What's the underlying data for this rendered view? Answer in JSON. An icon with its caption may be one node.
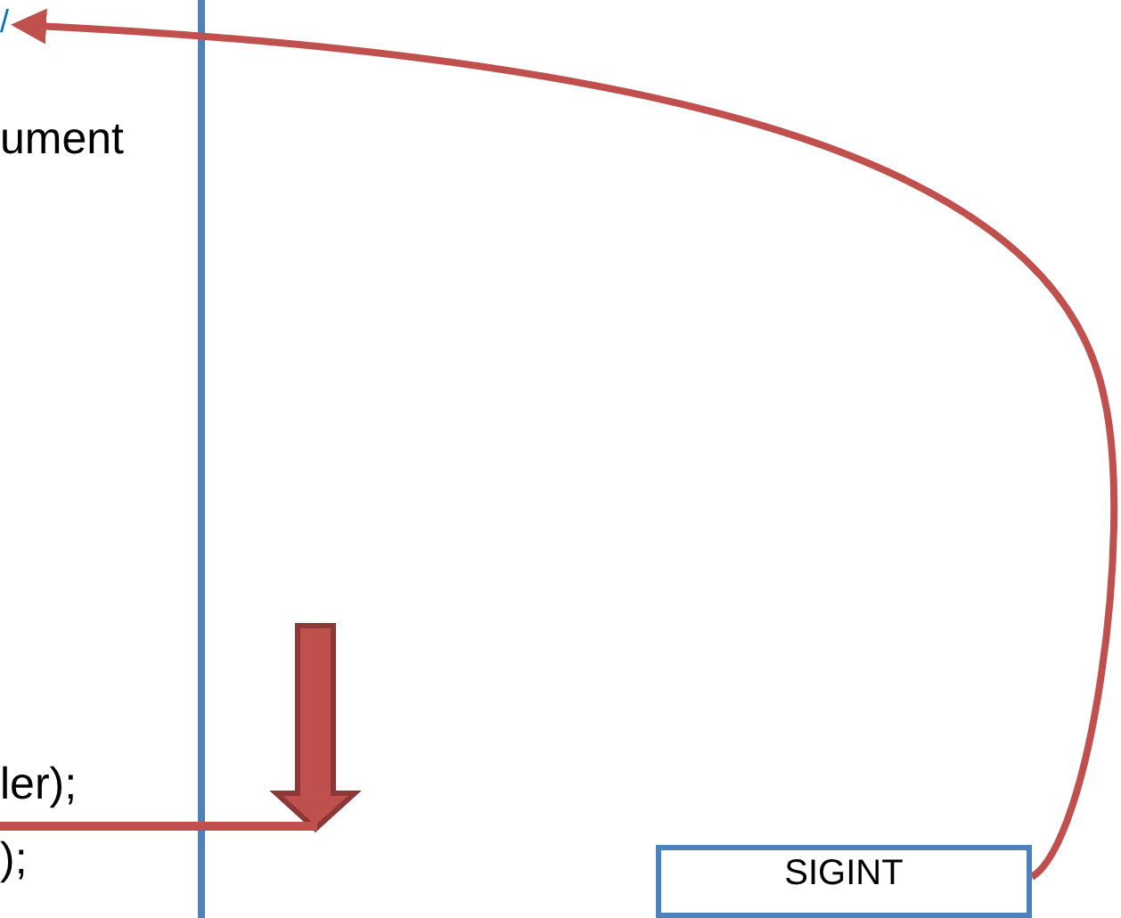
{
  "diagram": {
    "nodes": [
      {
        "text": [
          "/"
        ]
      },
      {
        "text": [
          "SIGINT"
        ]
      }
    ],
    "edges": [
      {
        "from": 1,
        "to": 0,
        "arrow": "to"
      }
    ],
    "labels": [
      "ument",
      "ler);",
      ");"
    ]
  }
}
